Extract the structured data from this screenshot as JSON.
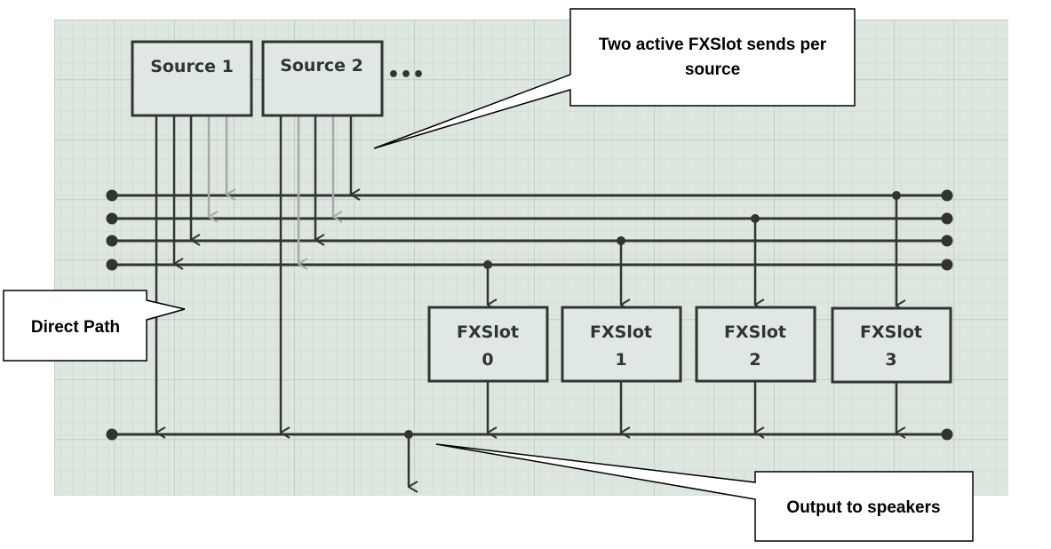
{
  "sources": [
    {
      "label": "Source 1"
    },
    {
      "label": "Source 2"
    }
  ],
  "sources_more": "•••",
  "fxslots": [
    {
      "line1": "FXSlot",
      "line2": "0"
    },
    {
      "line1": "FXSlot",
      "line2": "1"
    },
    {
      "line1": "FXSlot",
      "line2": "2"
    },
    {
      "line1": "FXSlot",
      "line2": "3"
    }
  ],
  "callouts": {
    "sends_line1": "Two active FXSlot sends per",
    "sends_line2": "source",
    "direct_path": "Direct Path",
    "output": "Output to speakers"
  },
  "colors": {
    "grid_bg": "#dde7e0",
    "grid_line": "#b4cdbd",
    "line": "#333333",
    "inactive_send": "#a8a8a8",
    "box_fill": "#dfe8e2"
  }
}
